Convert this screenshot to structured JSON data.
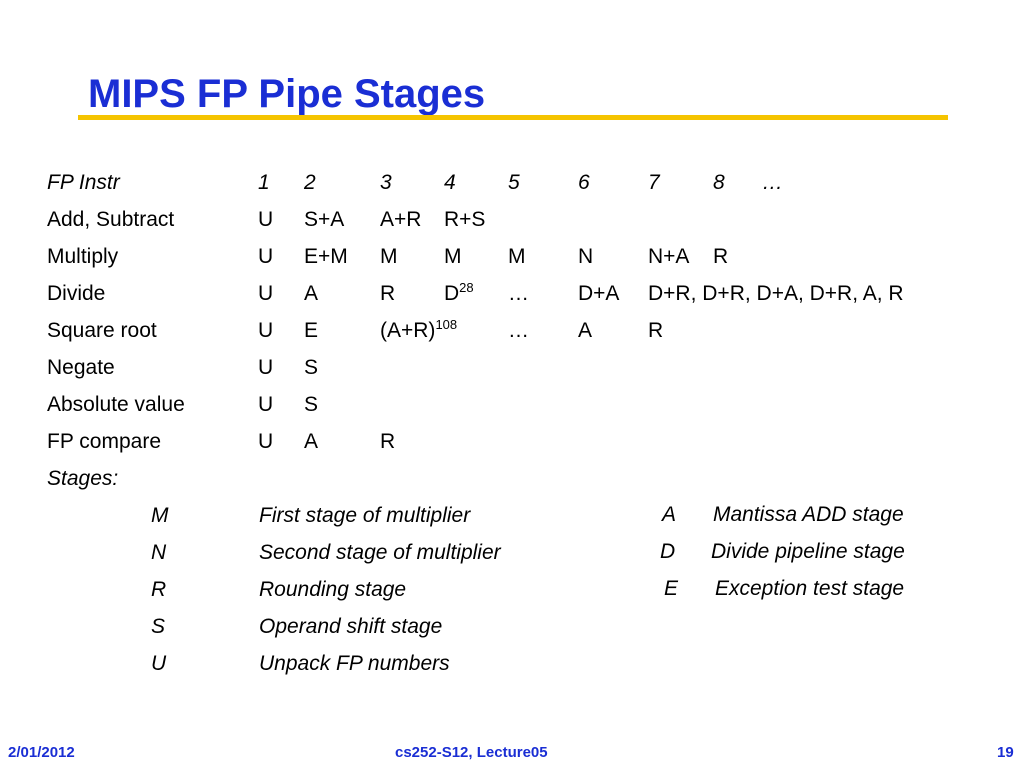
{
  "title": "MIPS FP Pipe Stages",
  "header": {
    "label": "FP Instr",
    "cols": [
      "1",
      "2",
      "3",
      "4",
      "5",
      "6",
      "7",
      "8",
      "…"
    ]
  },
  "rows": [
    {
      "name": "Add, Subtract",
      "c1": "U",
      "c2": "S+A",
      "c3": "A+R",
      "c4": "R+S"
    },
    {
      "name": "Multiply",
      "c1": "U",
      "c2": "E+M",
      "c3": "M",
      "c4": "M",
      "c5": "M",
      "c6": "N",
      "c7": "N+A",
      "c8": "R"
    },
    {
      "name": "Divide",
      "c1": "U",
      "c2": "A",
      "c3": "R",
      "c4": "D",
      "c4_sup": "28",
      "c5": "…",
      "c6": "D+A",
      "c7": "D+R, D+R, D+A, D+R, A, R"
    },
    {
      "name": "Square root",
      "c1": "U",
      "c2": "E",
      "c3": "(A+R)",
      "c3_sup": "108",
      "c5": "…",
      "c6": "A",
      "c7": "R"
    },
    {
      "name": "Negate",
      "c1": "U",
      "c2": "S"
    },
    {
      "name": "Absolute value",
      "c1": "U",
      "c2": "S"
    },
    {
      "name": "FP compare",
      "c1": "U",
      "c2": "A",
      "c3": "R"
    }
  ],
  "stages": {
    "label": "Stages:",
    "left": [
      {
        "code": "M",
        "desc": "First stage of multiplier"
      },
      {
        "code": "N",
        "desc": "Second stage of multiplier"
      },
      {
        "code": "R",
        "desc": "Rounding stage"
      },
      {
        "code": "S",
        "desc": "Operand shift stage"
      },
      {
        "code": "U",
        "desc": "Unpack FP numbers"
      }
    ],
    "right": [
      {
        "code": "A",
        "desc": "Mantissa ADD stage"
      },
      {
        "code": "D",
        "desc": "Divide pipeline stage"
      },
      {
        "code": "E",
        "desc": "Exception test stage"
      }
    ]
  },
  "footer": {
    "date": "2/01/2012",
    "course": "cs252-S12, Lecture05",
    "page": "19"
  },
  "colors": {
    "title": "#1a2ed4",
    "rule": "#f5c400",
    "footer": "#1a2ed4",
    "text": "#000000"
  }
}
